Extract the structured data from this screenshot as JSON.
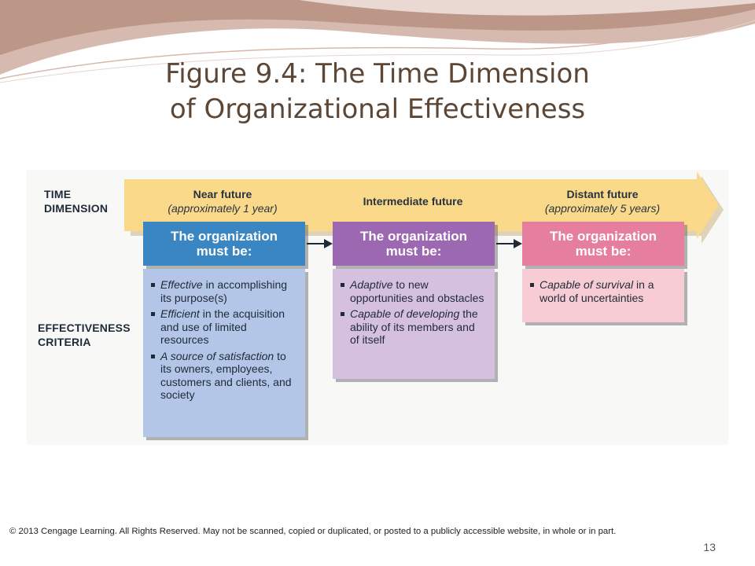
{
  "slide": {
    "title_line1": "Figure 9.4: The Time Dimension",
    "title_line2": "of Organizational Effectiveness",
    "footer": "© 2013  Cengage Learning. All Rights Reserved. May not be scanned, copied or duplicated, or posted to a publicly accessible website, in whole or in part.",
    "page_number": "13"
  },
  "diagram": {
    "time_label_line1": "TIME",
    "time_label_line2": "DIMENSION",
    "criteria_label_line1": "EFFECTIVENESS",
    "criteria_label_line2": "CRITERIA",
    "periods": [
      {
        "name": "Near future",
        "sub": "(approximately 1 year)"
      },
      {
        "name": "Intermediate future",
        "sub": ""
      },
      {
        "name": "Distant future",
        "sub": "(approximately 5 years)"
      }
    ],
    "columns": [
      {
        "head_line1": "The organization",
        "head_line2": "must be:",
        "items": [
          {
            "em": "Effective",
            "rest": " in accomplishing its purpose(s)"
          },
          {
            "em": "Efficient",
            "rest": " in the acquisition and use of limited resources"
          },
          {
            "em": "A source of satisfaction",
            "rest": " to its owners, employees, customers and clients, and society"
          }
        ]
      },
      {
        "head_line1": "The organization",
        "head_line2": "must be:",
        "items": [
          {
            "em": "Adaptive",
            "rest": " to new opportunities and obstacles"
          },
          {
            "em": "Capable of developing",
            "rest": " the ability of its members and of itself"
          }
        ]
      },
      {
        "head_line1": "The organization",
        "head_line2": "must be:",
        "items": [
          {
            "em": "Capable of survival",
            "rest": " in a world of uncertainties"
          }
        ]
      }
    ]
  },
  "colors": {
    "arrow": "#fbd98a",
    "col1_head": "#3a86c3",
    "col1_body": "#b3c6e8",
    "col2_head": "#9c68b2",
    "col2_body": "#d6c0e0",
    "col3_head": "#e57f9d",
    "col3_body": "#f8ccd4",
    "title": "#5c4636"
  }
}
